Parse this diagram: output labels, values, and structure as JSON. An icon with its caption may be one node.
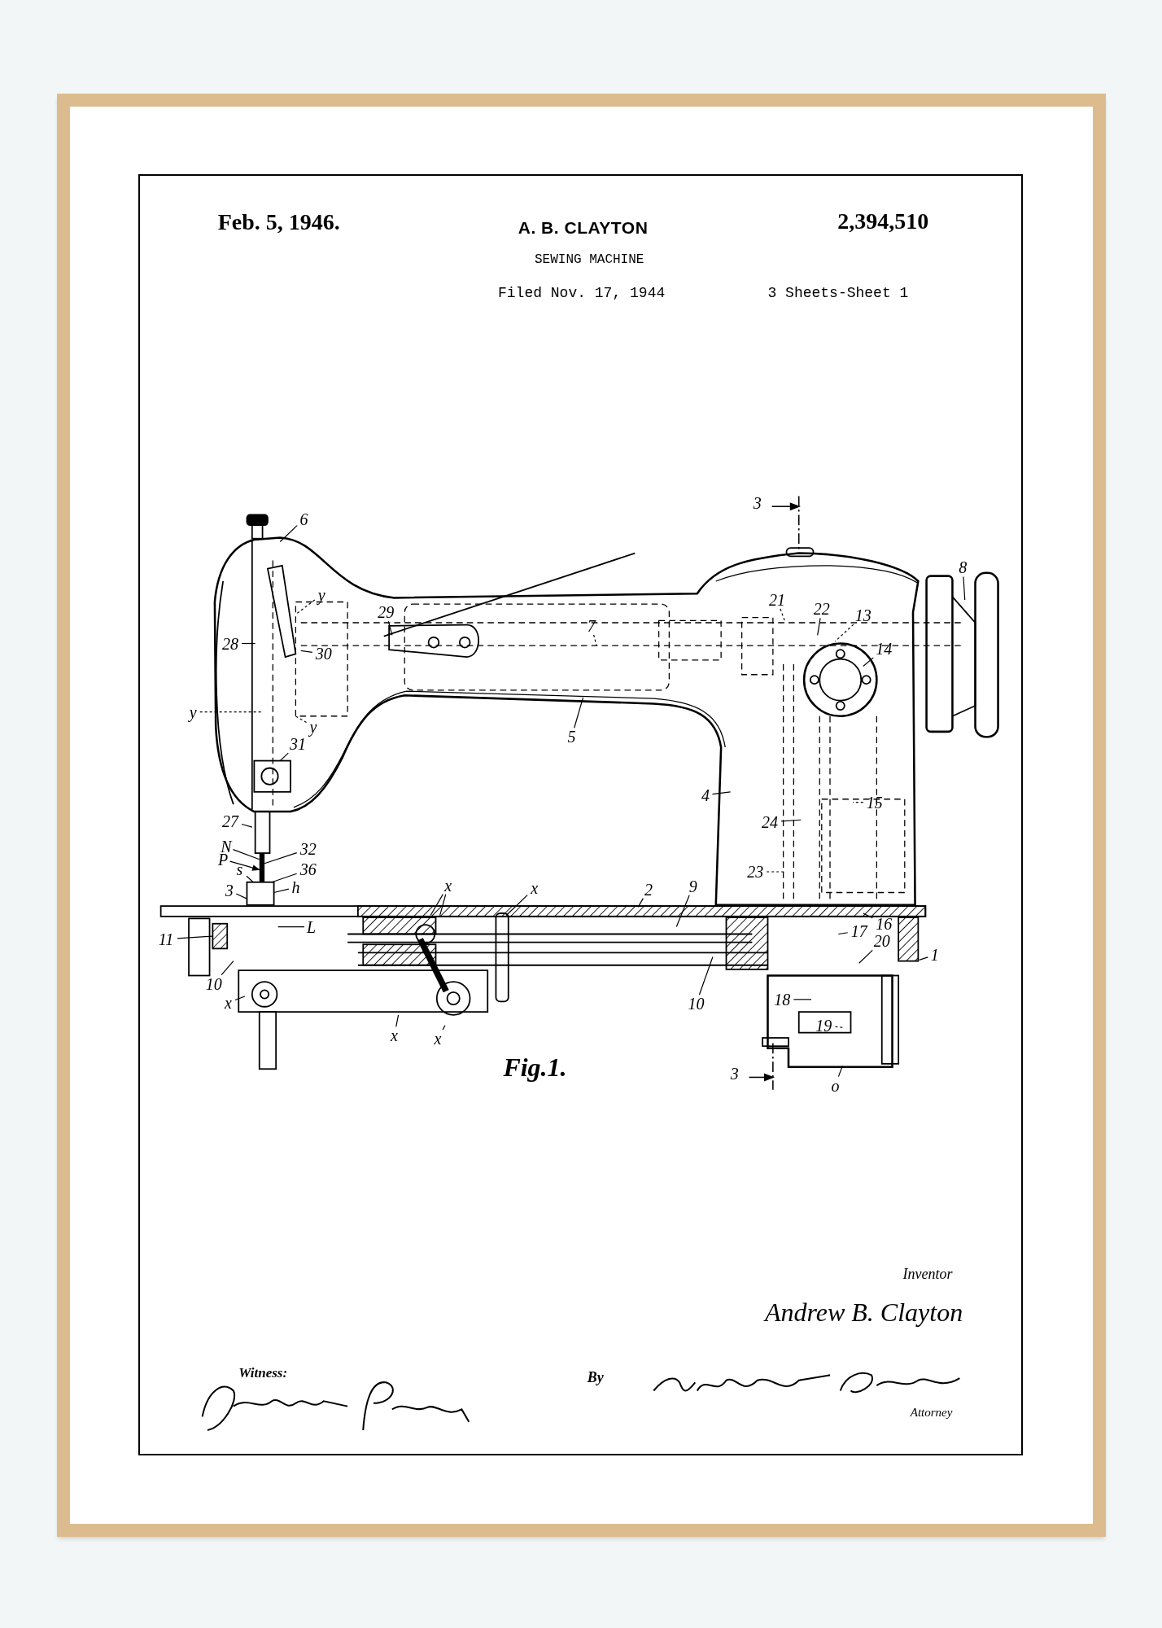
{
  "diagram": {
    "nodes": [
      {
        "text": [
          "6"
        ]
      },
      {
        "text": [
          "8"
        ]
      },
      {
        "text": [
          "y"
        ]
      },
      {
        "text": [
          "21"
        ]
      },
      {
        "text": [
          "22"
        ]
      },
      {
        "text": [
          "29"
        ]
      },
      {
        "text": [
          "13"
        ]
      },
      {
        "text": [
          "7"
        ]
      },
      {
        "text": [
          "28"
        ]
      },
      {
        "text": [
          "14"
        ]
      },
      {
        "text": [
          "30"
        ]
      },
      {
        "text": [
          "y"
        ]
      },
      {
        "text": [
          "y"
        ]
      },
      {
        "text": [
          "5"
        ]
      },
      {
        "text": [
          "31"
        ]
      },
      {
        "text": [
          "4"
        ]
      },
      {
        "text": [
          "15"
        ]
      },
      {
        "text": [
          "24"
        ]
      },
      {
        "text": [
          "27"
        ]
      },
      {
        "text": [
          "N"
        ]
      },
      {
        "text": [
          "32"
        ]
      },
      {
        "text": [
          "23"
        ]
      },
      {
        "text": [
          "P"
        ]
      },
      {
        "text": [
          "s"
        ]
      },
      {
        "text": [
          "36"
        ]
      },
      {
        "text": [
          "x"
        ]
      },
      {
        "text": [
          "x"
        ]
      },
      {
        "text": [
          "h"
        ]
      },
      {
        "text": [
          "2"
        ]
      },
      {
        "text": [
          "9"
        ]
      },
      {
        "text": [
          "3"
        ]
      },
      {
        "text": [
          "L"
        ]
      },
      {
        "text": [
          "16"
        ]
      },
      {
        "text": [
          "17"
        ]
      },
      {
        "text": [
          "11"
        ]
      },
      {
        "text": [
          "20"
        ]
      },
      {
        "text": [
          "1"
        ]
      },
      {
        "text": [
          "10"
        ]
      },
      {
        "text": [
          "x"
        ]
      },
      {
        "text": [
          "18"
        ]
      },
      {
        "text": [
          "10"
        ]
      },
      {
        "text": [
          "19"
        ]
      },
      {
        "text": [
          "x"
        ]
      },
      {
        "text": [
          "x"
        ]
      },
      {
        "text": [
          "o"
        ]
      },
      {
        "text": [],
        "shape": "bar"
      },
      {
        "text": [],
        "shape": "box"
      },
      {
        "text": [],
        "shape": "box"
      },
      {
        "text": [],
        "shape": "box"
      }
    ],
    "edges": [
      {
        "from": 0,
        "to": null,
        "arrow": "none"
      },
      {
        "from": 1,
        "to": null,
        "arrow": "none"
      },
      {
        "from": 2,
        "to": null,
        "arrow": "none",
        "style": "dashed"
      },
      {
        "from": 3,
        "to": null,
        "arrow": "none",
        "style": "dashed"
      },
      {
        "from": 4,
        "to": null,
        "arrow": "none"
      },
      {
        "from": 5,
        "to": null,
        "arrow": "none"
      },
      {
        "from": 6,
        "to": null,
        "arrow": "none",
        "style": "dashed"
      },
      {
        "from": 7,
        "to": null,
        "arrow": "none",
        "style": "dashed"
      },
      {
        "from": 8,
        "to": null,
        "arrow": "none"
      },
      {
        "from": 9,
        "to": null,
        "arrow": "none"
      },
      {
        "from": 10,
        "to": null,
        "arrow": "none"
      },
      {
        "from": 11,
        "to": null,
        "arrow": "none",
        "style": "dashed"
      },
      {
        "from": 12,
        "to": null,
        "arrow": "none",
        "style": "dashed"
      },
      {
        "from": 13,
        "to": null,
        "arrow": "none"
      },
      {
        "from": 14,
        "to": 48,
        "arrow": "none"
      },
      {
        "from": 15,
        "to": null,
        "arrow": "none"
      },
      {
        "from": 16,
        "to": null,
        "arrow": "none",
        "style": "dashed"
      },
      {
        "from": 17,
        "to": null,
        "arrow": "none"
      },
      {
        "from": 18,
        "to": null,
        "arrow": "none"
      },
      {
        "from": 19,
        "to": 45,
        "arrow": "none"
      },
      {
        "from": 20,
        "to": 45,
        "arrow": "none"
      },
      {
        "from": 21,
        "to": null,
        "arrow": "none",
        "style": "dashed"
      },
      {
        "from": 22,
        "to": 45,
        "arrow": "to"
      },
      {
        "from": 23,
        "to": 46,
        "arrow": "none"
      },
      {
        "from": 24,
        "to": 46,
        "arrow": "none"
      },
      {
        "from": 25,
        "to": null,
        "arrow": "none"
      },
      {
        "from": 26,
        "to": null,
        "arrow": "none"
      },
      {
        "from": 27,
        "to": 46,
        "arrow": "none"
      },
      {
        "from": 28,
        "to": null,
        "arrow": "none"
      },
      {
        "from": 29,
        "to": null,
        "arrow": "none"
      },
      {
        "from": 30,
        "to": 46,
        "arrow": "none"
      },
      {
        "from": 31,
        "to": null,
        "arrow": "none"
      },
      {
        "from": 32,
        "to": null,
        "arrow": "none"
      },
      {
        "from": 33,
        "to": null,
        "arrow": "none"
      },
      {
        "from": 34,
        "to": 47,
        "arrow": "none"
      },
      {
        "from": 35,
        "to": null,
        "arrow": "none"
      },
      {
        "from": 36,
        "to": null,
        "arrow": "none"
      },
      {
        "from": 37,
        "to": null,
        "arrow": "none"
      },
      {
        "from": 38,
        "to": null,
        "arrow": "none"
      },
      {
        "from": 39,
        "to": null,
        "arrow": "none"
      },
      {
        "from": 40,
        "to": null,
        "arrow": "none"
      },
      {
        "from": 41,
        "to": null,
        "arrow": "none",
        "style": "dashed"
      },
      {
        "from": 42,
        "to": null,
        "arrow": "none"
      },
      {
        "from": 43,
        "to": null,
        "arrow": "none"
      },
      {
        "from": 44,
        "to": null,
        "arrow": "none"
      },
      {
        "from": 25,
        "to": null,
        "arrow": "none"
      }
    ],
    "labels": [
      "Feb. 5, 1946.",
      "A. B. CLAYTON",
      "2,394,510",
      "SEWING MACHINE",
      "Filed Nov. 17, 1944",
      "3 Sheets-Sheet 1",
      "3",
      "Fig.1.",
      "3",
      "Inventor",
      "Andrew B. Clayton",
      "Witness:",
      "By",
      "Attorney"
    ]
  }
}
